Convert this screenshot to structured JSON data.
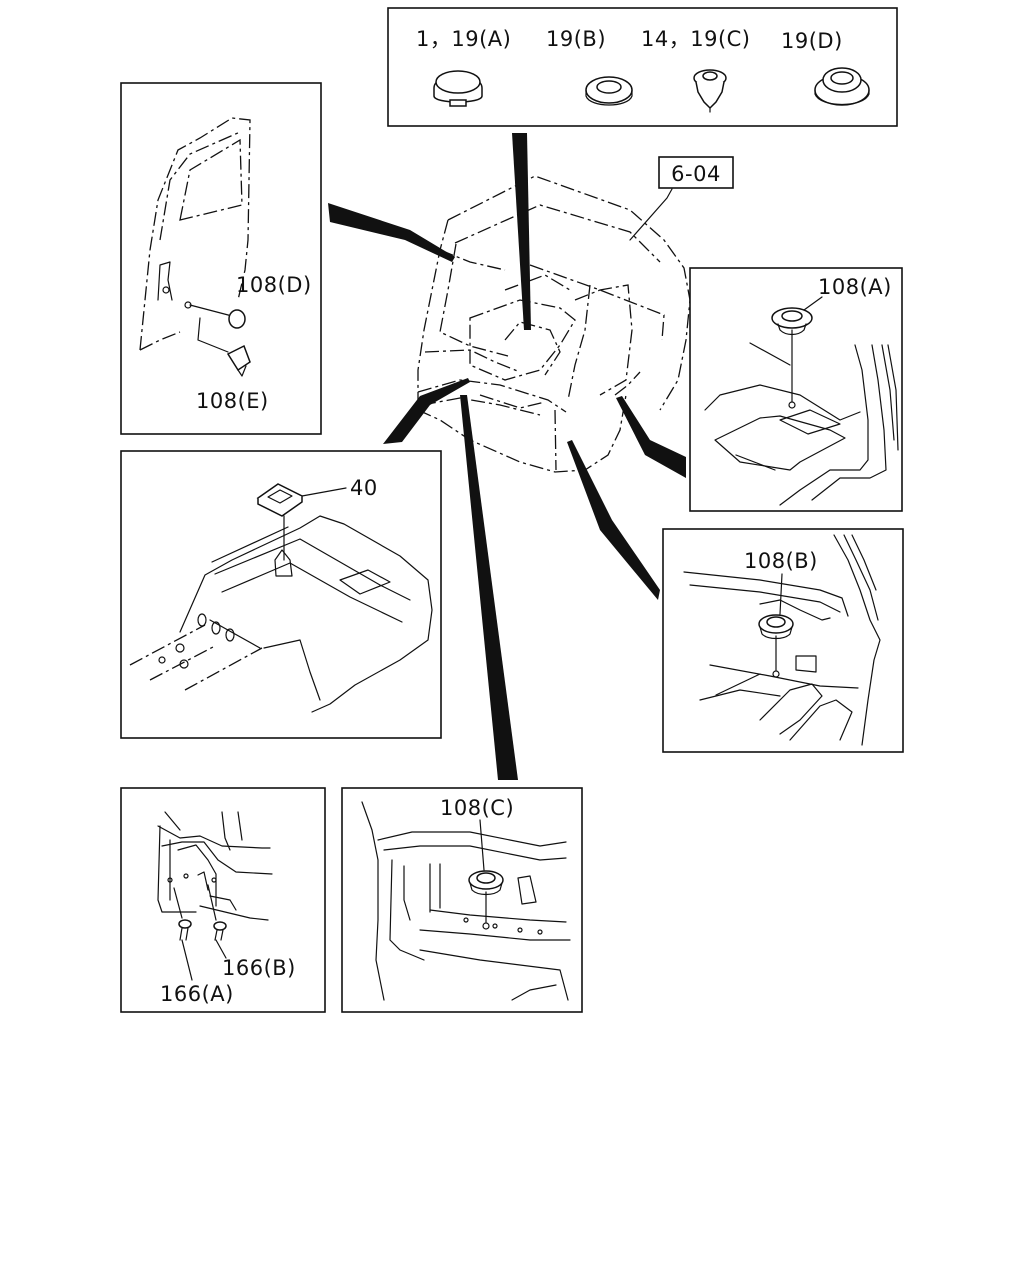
{
  "reference_label": "6-04",
  "panels": {
    "legend": {
      "items": [
        {
          "label": "1，19(A)",
          "icon": "plug-cap-icon"
        },
        {
          "label": "19(B)",
          "icon": "flat-grommet-icon"
        },
        {
          "label": "14，19(C)",
          "icon": "push-clip-icon"
        },
        {
          "label": "19(D)",
          "icon": "stepped-grommet-icon"
        }
      ]
    },
    "door": {
      "labels": [
        "108(D)",
        "108(E)"
      ]
    },
    "floor_tunnel": {
      "labels": [
        "40"
      ]
    },
    "front_floor": {
      "labels": [
        "108(A)"
      ]
    },
    "side_sill": {
      "labels": [
        "108(B)"
      ]
    },
    "rear_bracket": {
      "labels": [
        "166(B)",
        "166(A)"
      ]
    },
    "rear_panel": {
      "labels": [
        "108(C)"
      ]
    }
  }
}
